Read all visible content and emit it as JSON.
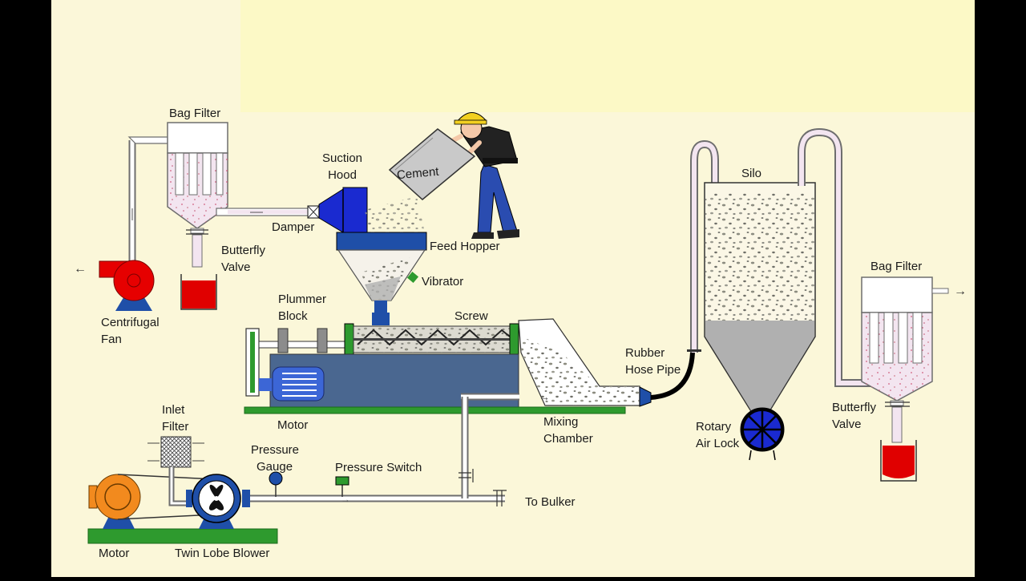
{
  "labels": {
    "bag_filter_left": "Bag Filter",
    "suction": "Suction",
    "hood": "Hood",
    "damper": "Damper",
    "butterfly_left_1": "Butterfly",
    "butterfly_left_2": "Valve",
    "centrifugal": "Centrifugal",
    "fan": "Fan",
    "cement": "Cement",
    "feed_hopper": "Feed Hopper",
    "vibrator": "Vibrator",
    "plummer": "Plummer",
    "block": "Block",
    "screw": "Screw",
    "motor_upper": "Motor",
    "mixing": "Mixing",
    "chamber": "Chamber",
    "rubber": "Rubber",
    "hose_pipe": "Hose Pipe",
    "silo": "Silo",
    "rotary": "Rotary",
    "air_lock": "Air Lock",
    "bag_filter_right": "Bag Filter",
    "butterfly_right_1": "Butterfly",
    "butterfly_right_2": "Valve",
    "inlet": "Inlet",
    "filter": "Filter",
    "pressure": "Pressure",
    "gauge": "Gauge",
    "pressure_switch": "Pressure Switch",
    "to_bulker": "To Bulker",
    "motor_lower": "Motor",
    "twin_lobe_blower": "Twin Lobe Blower"
  },
  "colors": {
    "background": "#fbf7d9",
    "background_top": "#fcf9c6",
    "letterbox": "#000000",
    "pipe_fill": "#ffffff",
    "pipe_stroke": "#6e6e6e",
    "fan_red": "#e60000",
    "base_blue": "#1f4fa8",
    "hood_blue": "#1a2ad0",
    "machine_blue": "#4a6790",
    "motor_blue": "#3c66d6",
    "green": "#2e9a2e",
    "orange": "#f28a1e",
    "helmet_yellow": "#f2d020",
    "worker_blue": "#2a4cb0",
    "grey_hopper": "#b0b0b0",
    "cement_bag": "#c9c9c9",
    "collection_red": "#e00000",
    "filter_pink": "#f3e5f0"
  }
}
